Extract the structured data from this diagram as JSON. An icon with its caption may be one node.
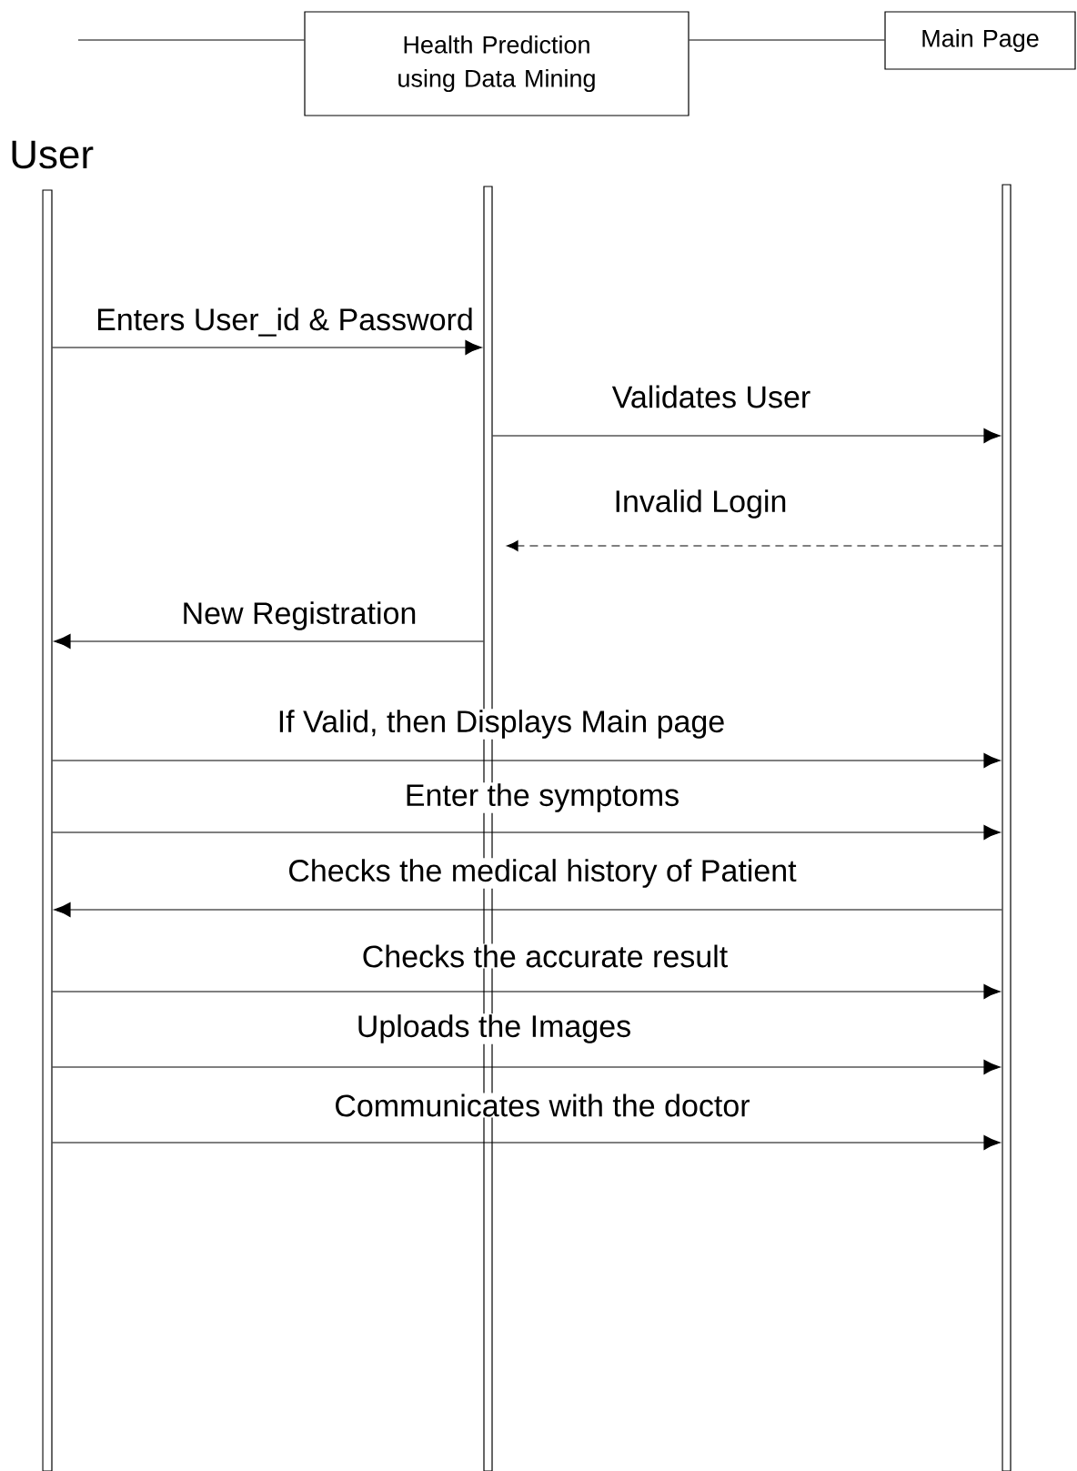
{
  "diagram": {
    "nodes": [
      {
        "text": [
          "User"
        ]
      },
      {
        "text": [
          "Health Prediction using Data Mining"
        ]
      },
      {
        "text": [
          "Main Page"
        ]
      },
      {
        "text": [],
        "shape": "bar"
      },
      {
        "text": [],
        "shape": "bar"
      },
      {
        "text": [],
        "shape": "bar"
      }
    ],
    "edges": [
      {
        "from": null,
        "to": 1,
        "arrow": "none"
      },
      {
        "from": 1,
        "to": 2,
        "arrow": "none"
      },
      {
        "from": 3,
        "to": 4,
        "arrow": "to",
        "label": "Enters User_id & Password"
      },
      {
        "from": 4,
        "to": 5,
        "arrow": "to",
        "label": "Validates User"
      },
      {
        "from": 5,
        "to": 4,
        "arrow": "to",
        "label": "Invalid Login",
        "style": "dashed"
      },
      {
        "from": 4,
        "to": 3,
        "arrow": "to",
        "label": "New Registration"
      },
      {
        "from": 3,
        "to": 5,
        "arrow": "to",
        "label": "If Valid, then Displays Main page"
      },
      {
        "from": 3,
        "to": 5,
        "arrow": "to",
        "label": "Enter the symptoms"
      },
      {
        "from": 5,
        "to": 3,
        "arrow": "to",
        "label": "Checks the medical history of Patient"
      },
      {
        "from": 3,
        "to": 5,
        "arrow": "to",
        "label": "Checks the accurate result"
      },
      {
        "from": 3,
        "to": 5,
        "arrow": "to",
        "label": "Uploads the Images"
      },
      {
        "from": 3,
        "to": 5,
        "arrow": "to",
        "label": "Communicates with the doctor"
      }
    ]
  }
}
